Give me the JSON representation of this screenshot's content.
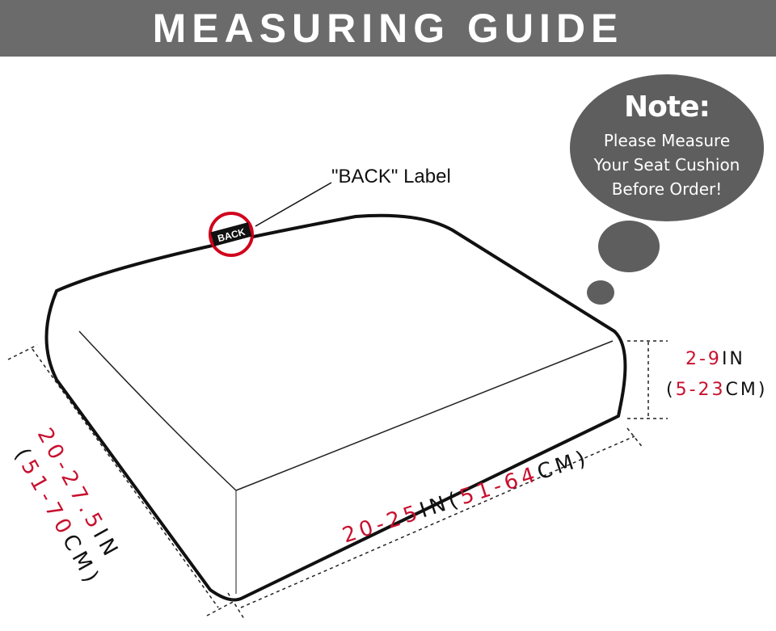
{
  "header": {
    "title": "MEASURING GUIDE"
  },
  "note": {
    "title": "Note:",
    "line1": "Please Measure",
    "line2": "Your Seat Cushion",
    "line3": "Before Order!"
  },
  "back_tag": {
    "callout": "\"BACK\" Label",
    "tag_text": "BACK"
  },
  "dimensions": {
    "height": {
      "in_range": "2-9",
      "in_unit": "IN",
      "cm_open": "(",
      "cm_range": "5-23",
      "cm_unit": "CM)"
    },
    "width": {
      "in_range": "20-25",
      "in_unit": "IN(",
      "cm_range": "51-64",
      "cm_unit": "CM)"
    },
    "depth": {
      "in_range": "20-27.5",
      "in_unit": "IN",
      "cm_open": "(",
      "cm_range": "51-70",
      "cm_unit": "CM)"
    }
  },
  "colors": {
    "header_bg": "#6b6b6b",
    "bubble": "#5e5e5e",
    "accent_red": "#c8102e",
    "outline": "#111111"
  }
}
